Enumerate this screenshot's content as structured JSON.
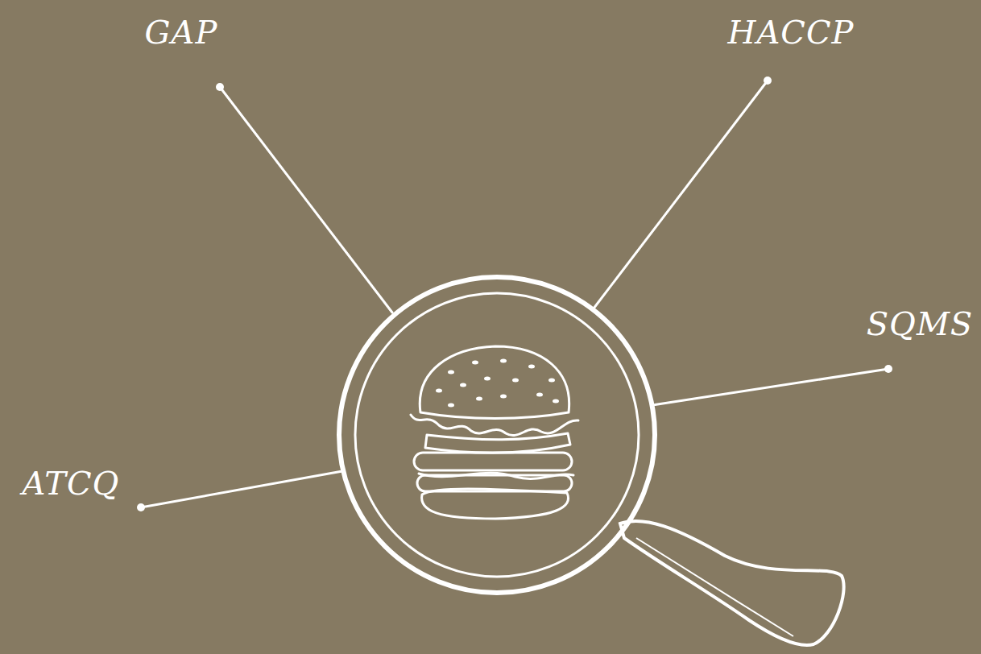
{
  "diagram": {
    "labels": [
      "GAP",
      "HACCP",
      "SQMS",
      "ATCQ"
    ]
  }
}
